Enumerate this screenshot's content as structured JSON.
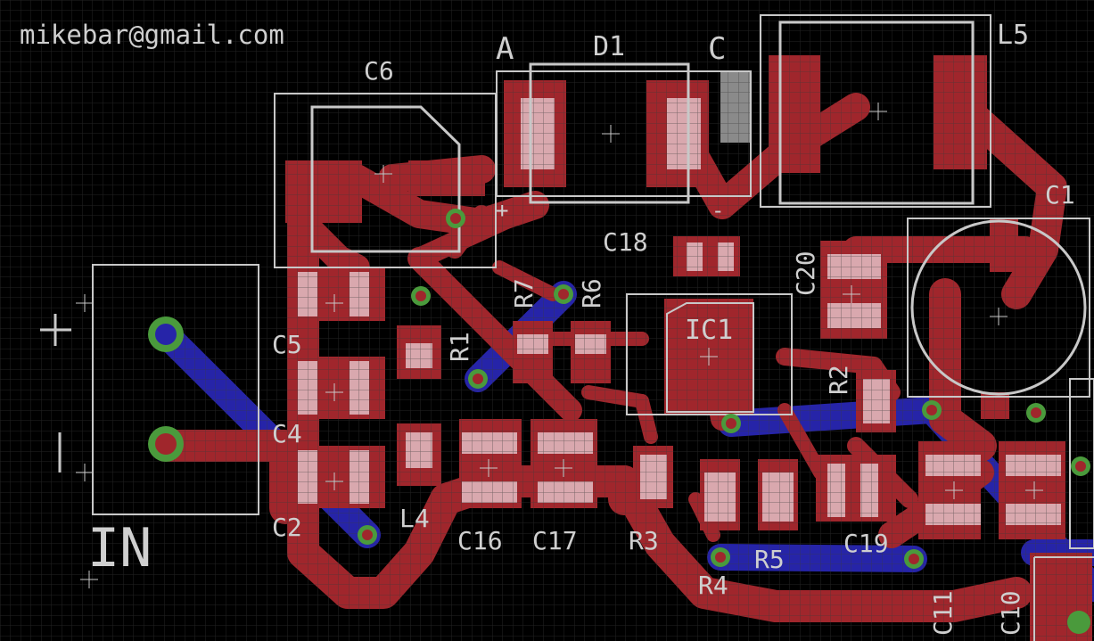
{
  "board": {
    "author": "mikebar@gmail.com",
    "connector_label": "IN",
    "plus_symbol": "+",
    "minus_symbol": "-",
    "diode_anode": "A",
    "diode_cathode": "C",
    "colors": {
      "background": "#000000",
      "grid": "#3b3b3b",
      "top_copper": "#a0262c",
      "bottom_copper": "#2624a8",
      "via": "#4a9a3c",
      "silkscreen": "#c8c8c8",
      "pad": "#d9a8ae"
    }
  },
  "components": [
    {
      "ref": "D1"
    },
    {
      "ref": "L5"
    },
    {
      "ref": "C6"
    },
    {
      "ref": "C1"
    },
    {
      "ref": "C18"
    },
    {
      "ref": "C20"
    },
    {
      "ref": "R7"
    },
    {
      "ref": "R6"
    },
    {
      "ref": "R1"
    },
    {
      "ref": "C5"
    },
    {
      "ref": "IC1"
    },
    {
      "ref": "R2"
    },
    {
      "ref": "C4"
    },
    {
      "ref": "C2"
    },
    {
      "ref": "L4"
    },
    {
      "ref": "C16"
    },
    {
      "ref": "C17"
    },
    {
      "ref": "R3"
    },
    {
      "ref": "R4"
    },
    {
      "ref": "R5"
    },
    {
      "ref": "C19"
    },
    {
      "ref": "C11"
    },
    {
      "ref": "C10"
    }
  ]
}
